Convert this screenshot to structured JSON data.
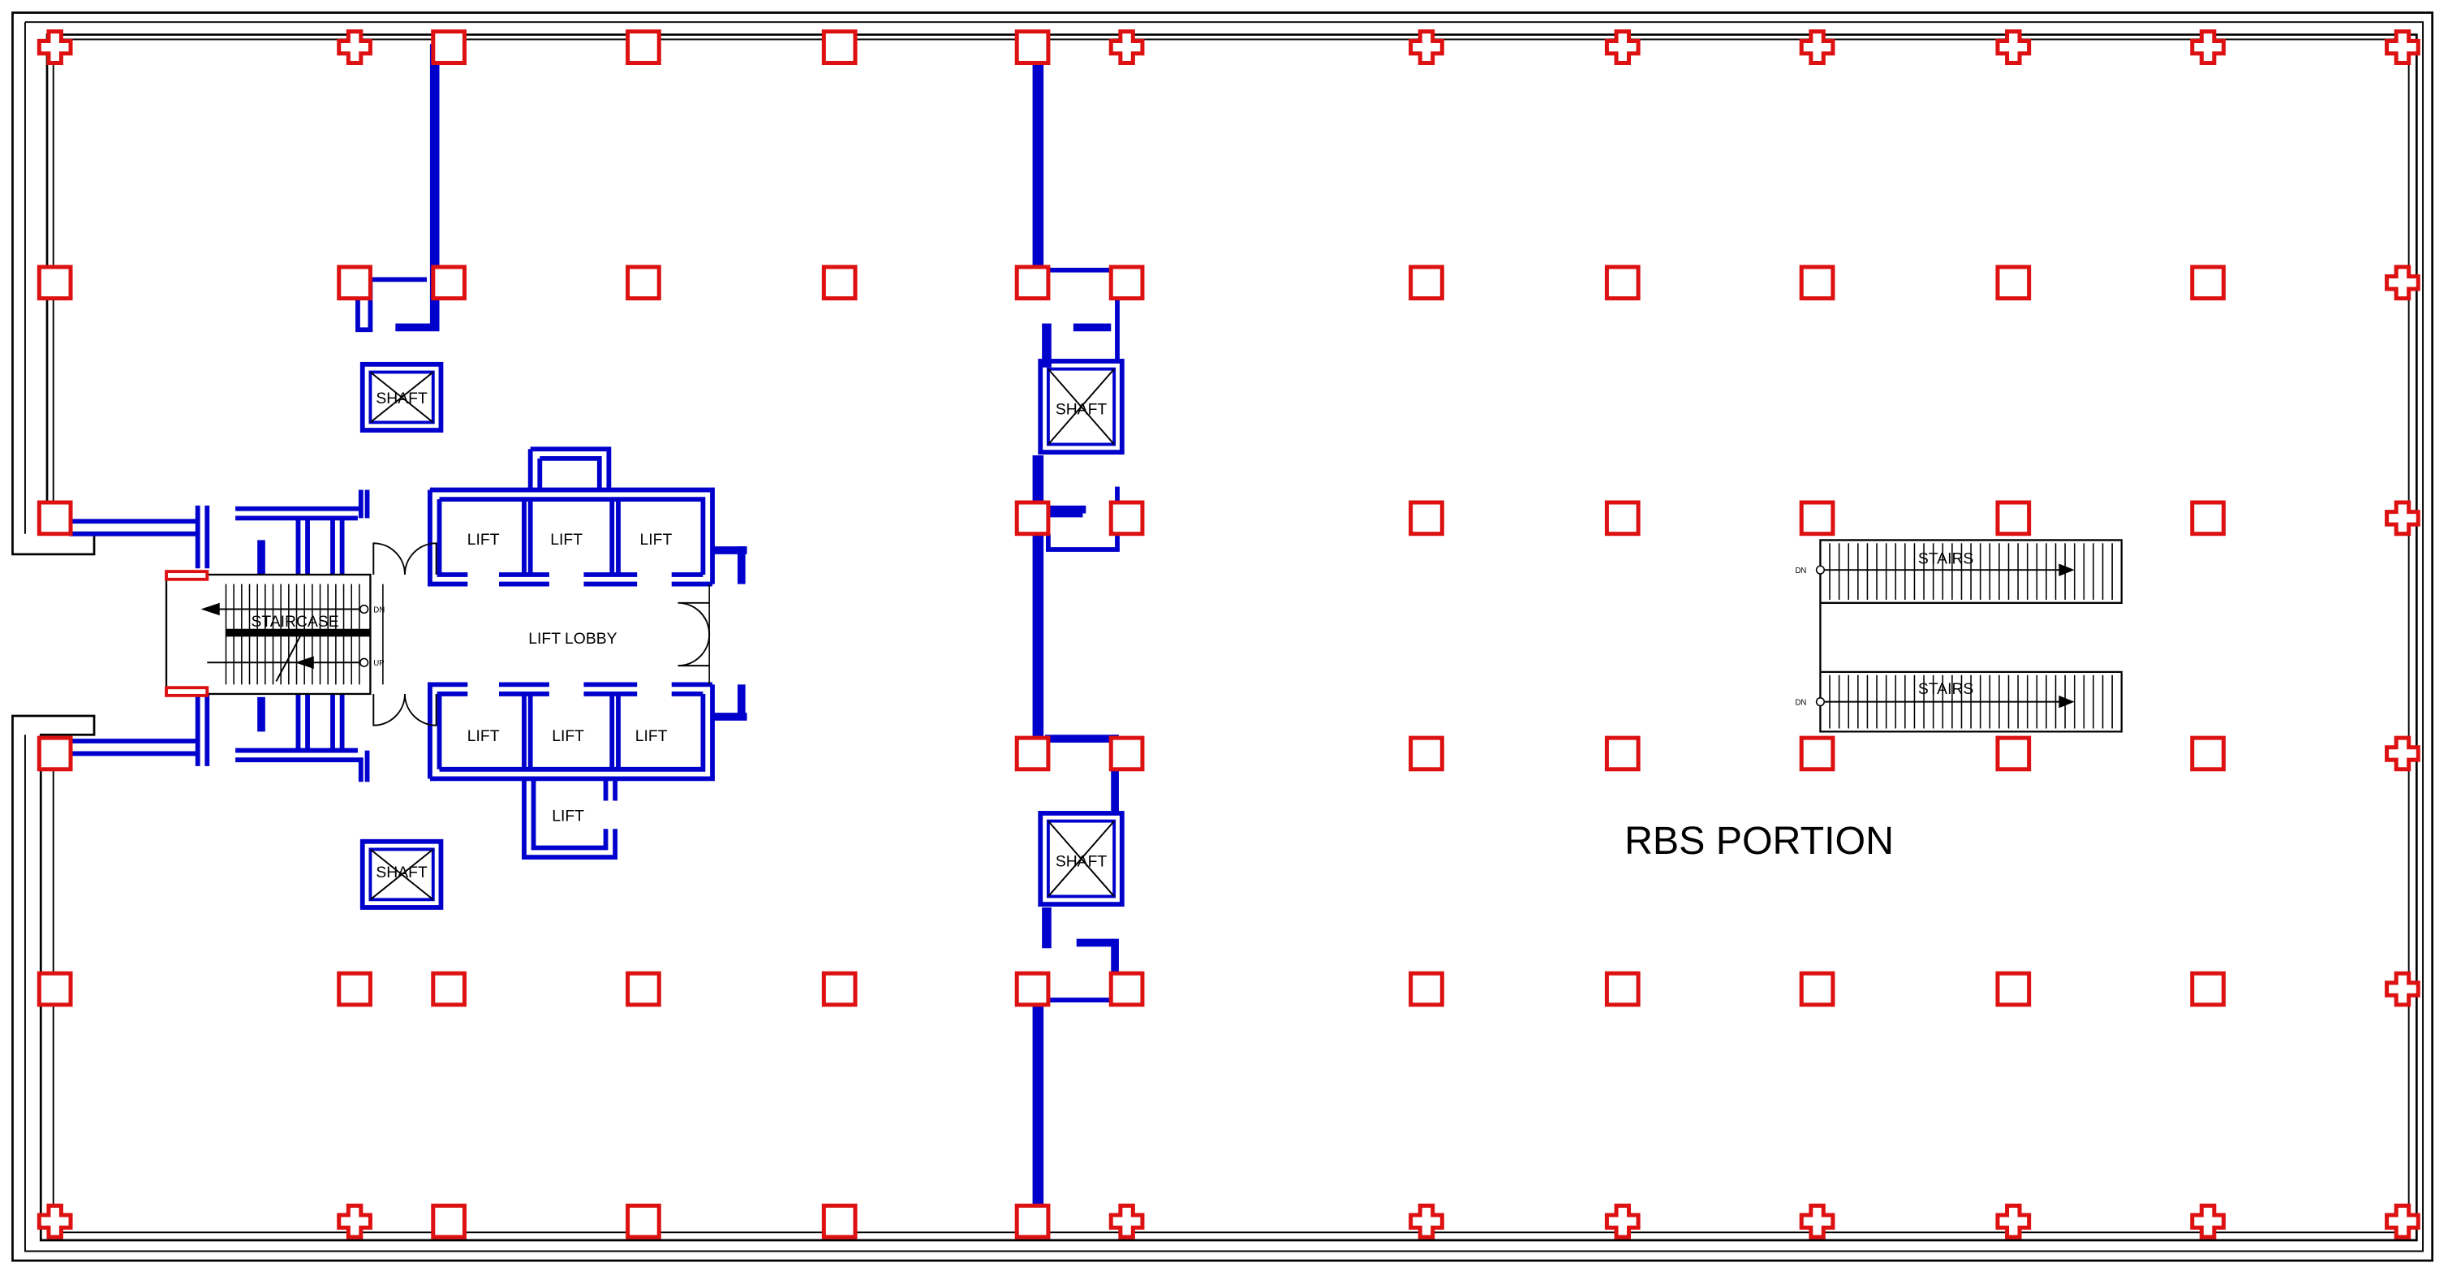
{
  "labels": {
    "lift": "LIFT",
    "lift_lobby": "LIFT LOBBY",
    "staircase": "STAIRCASE",
    "shaft": "SHAFT",
    "stairs": "STAIRS",
    "dn": "DN",
    "up": "UP",
    "portion": "RBS PORTION"
  },
  "colors": {
    "column": "#dd1111",
    "wall": "#0000cc",
    "outline": "#000000"
  },
  "icons": [
    "column-square-icon",
    "column-cross-icon",
    "door-swing-icon",
    "shaft-cross-icon",
    "direction-arrow-icon"
  ]
}
